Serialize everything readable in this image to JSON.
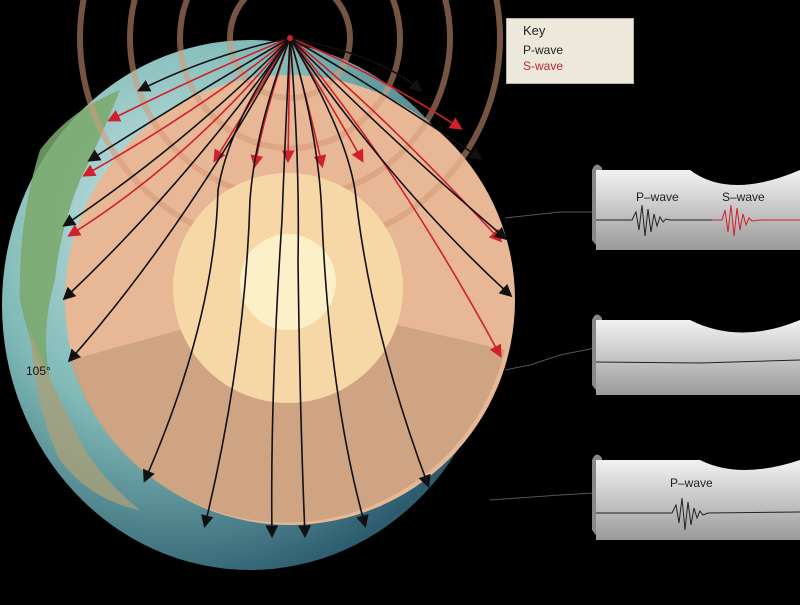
{
  "key": {
    "title": "Key",
    "p_wave": "P-wave",
    "s_wave": "S-wave"
  },
  "angle_label": "105°",
  "seismograms": [
    {
      "labels": [
        "P–wave",
        "S–wave"
      ]
    },
    {
      "labels": []
    },
    {
      "labels": [
        "P–wave"
      ]
    }
  ],
  "colors": {
    "p_wave": "#111111",
    "s_wave": "#d0202b",
    "mantle": "#e8b896",
    "outer_core": "#f6d7a6",
    "inner_core": "#fbf0c8"
  }
}
